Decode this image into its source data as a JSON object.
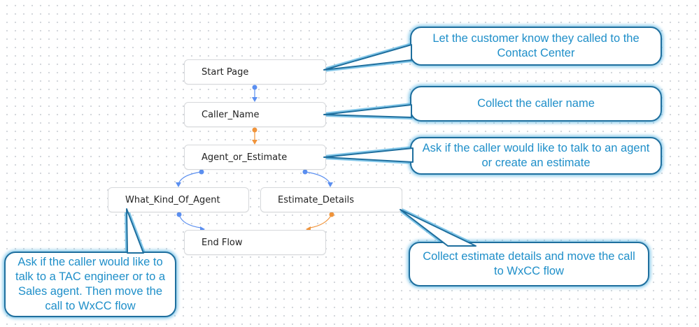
{
  "colors": {
    "edge_blue": "#5b8ff0",
    "edge_orange": "#f0943b",
    "callout_border": "#1f6f9e",
    "callout_text": "#1f8fc9"
  },
  "nodes": {
    "start_page": "Start Page",
    "caller_name": "Caller_Name",
    "agent_or_estimate": "Agent_or_Estimate",
    "what_kind_of_agent": "What_Kind_Of_Agent",
    "estimate_details": "Estimate_Details",
    "end_flow": "End Flow"
  },
  "callouts": {
    "start_page": "Let the customer know they called to the Contact Center",
    "caller_name": "Collect the caller name",
    "agent_or_estimate": "Ask if the caller would like to talk to an agent or create an estimate",
    "estimate_details": "Collect estimate details and move the call to WxCC flow",
    "what_kind_of_agent": "Ask if the caller would like to talk to a TAC engineer or to a Sales agent. Then move the call to WxCC flow"
  },
  "edges": [
    {
      "from": "start_page",
      "to": "caller_name",
      "color": "blue"
    },
    {
      "from": "caller_name",
      "to": "agent_or_estimate",
      "color": "orange"
    },
    {
      "from": "agent_or_estimate",
      "to": "what_kind_of_agent",
      "color": "blue"
    },
    {
      "from": "agent_or_estimate",
      "to": "estimate_details",
      "color": "blue"
    },
    {
      "from": "what_kind_of_agent",
      "to": "end_flow",
      "color": "blue"
    },
    {
      "from": "estimate_details",
      "to": "end_flow",
      "color": "orange"
    }
  ]
}
